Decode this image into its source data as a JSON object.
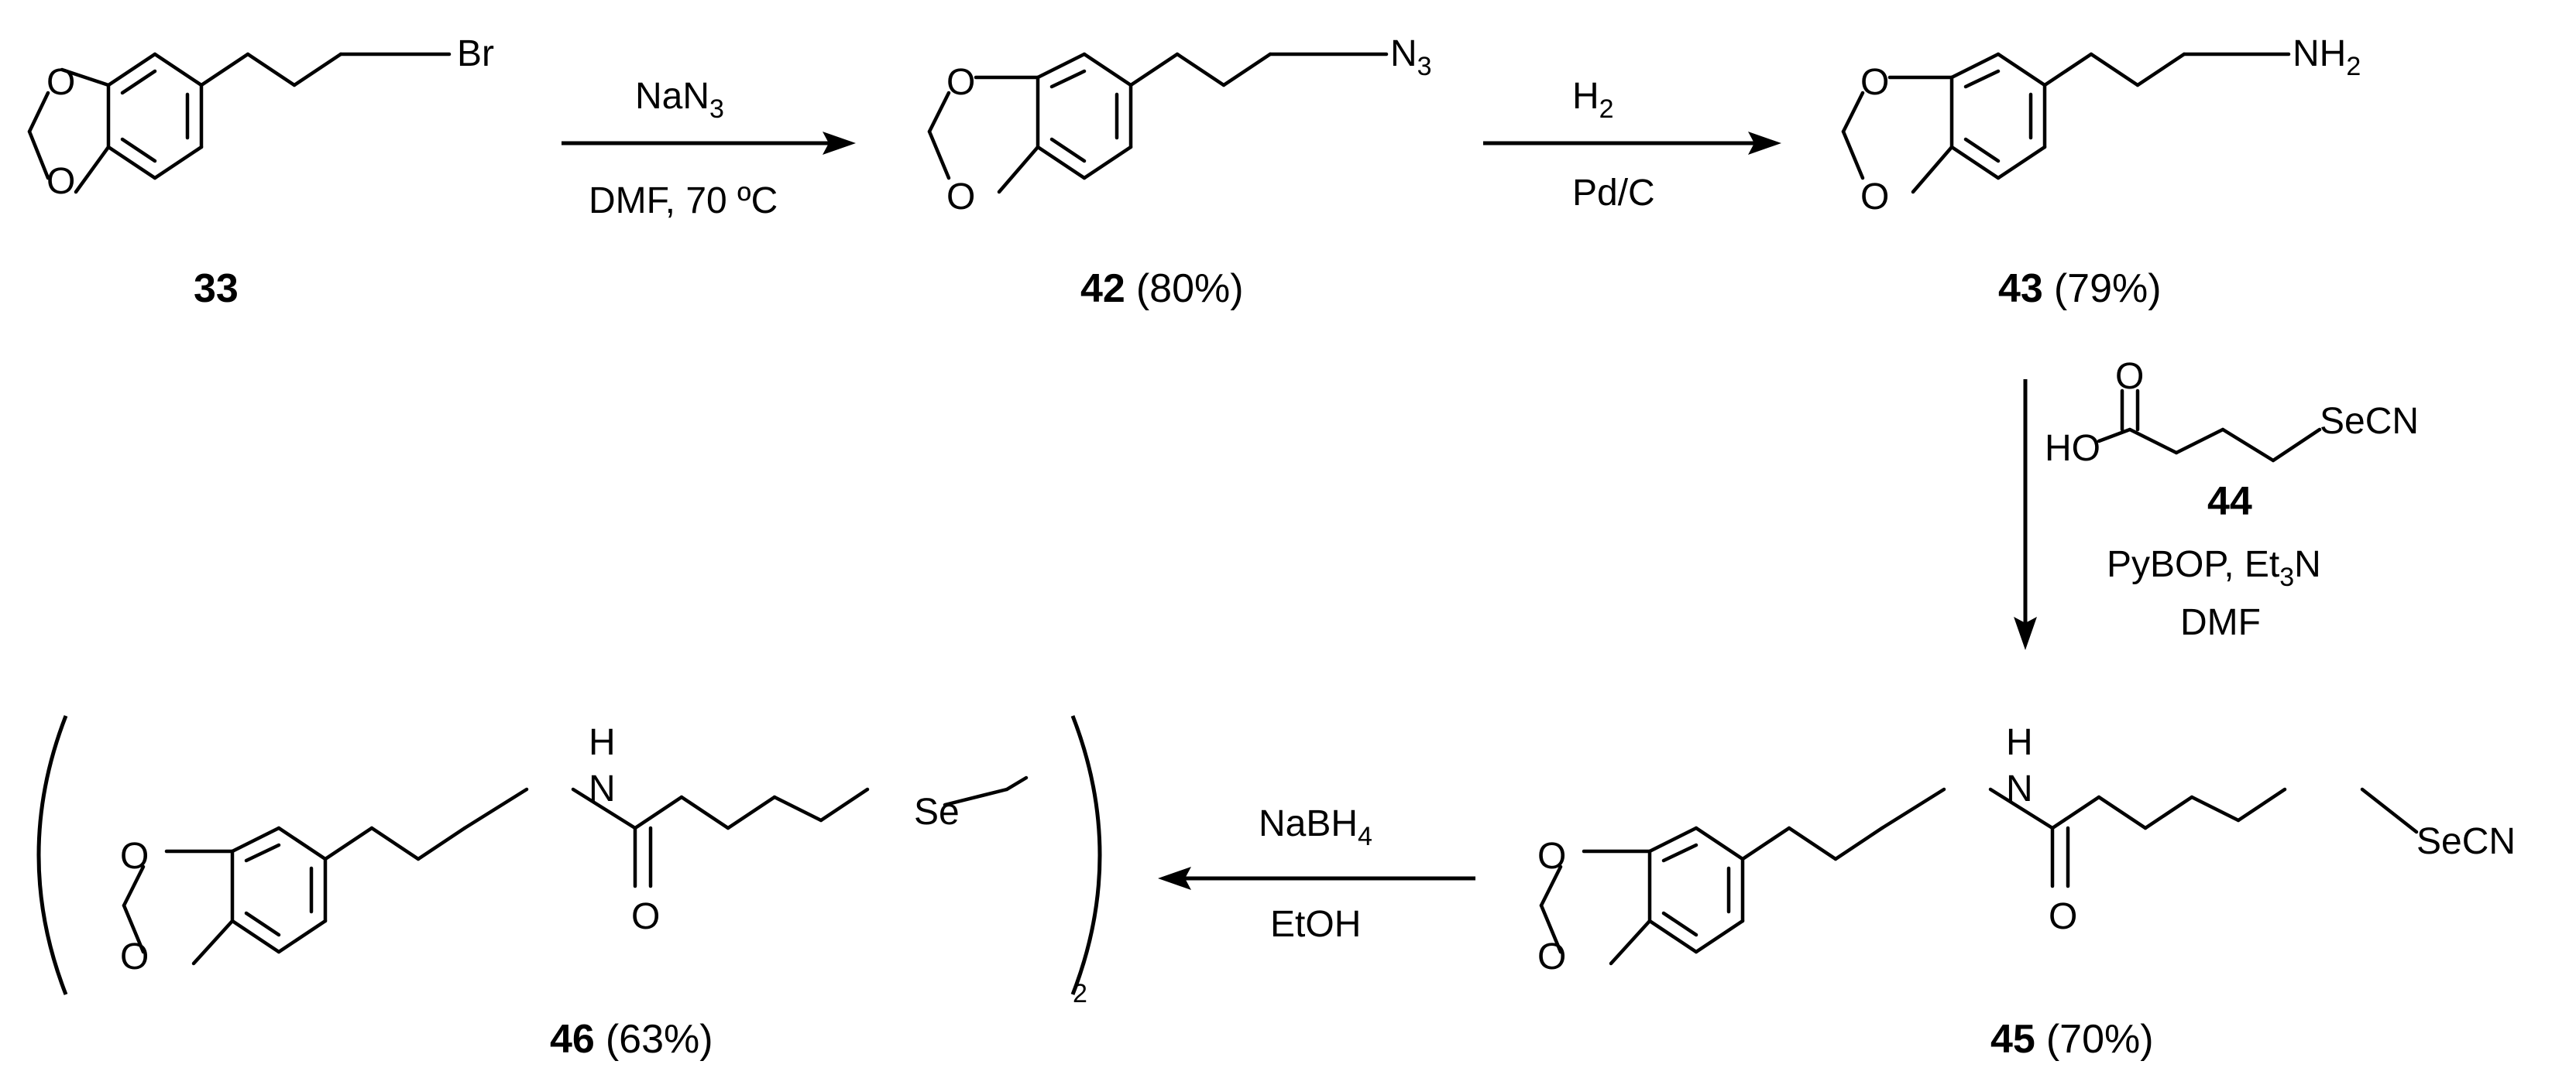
{
  "atoms": {
    "o": "O",
    "br": "Br",
    "n": "N",
    "n3_sub": "3",
    "nh": "NH",
    "nh2_sub": "2",
    "h": "H",
    "ho": "HO",
    "secn": "SeCN",
    "se": "Se",
    "dimer_sub": "2"
  },
  "compounds": {
    "c33": {
      "number": "33"
    },
    "c42": {
      "number": "42",
      "yield": "(80%)"
    },
    "c43": {
      "number": "43",
      "yield": "(79%)"
    },
    "c44": {
      "number": "44"
    },
    "c45": {
      "number": "45",
      "yield": "(70%)"
    },
    "c46": {
      "number": "46",
      "yield": "(63%)"
    }
  },
  "steps": {
    "step1": {
      "above_main": "NaN",
      "above_sub": "3",
      "below": "DMF, 70 ºC"
    },
    "step2": {
      "above_main": "H",
      "above_sub": "2",
      "below": "Pd/C"
    },
    "step3": {
      "line1_a": "PyBOP, Et",
      "line1_sub": "3",
      "line1_b": "N",
      "line2": "DMF"
    },
    "step4": {
      "above_main": "NaBH",
      "above_sub": "4",
      "below": "EtOH"
    }
  }
}
